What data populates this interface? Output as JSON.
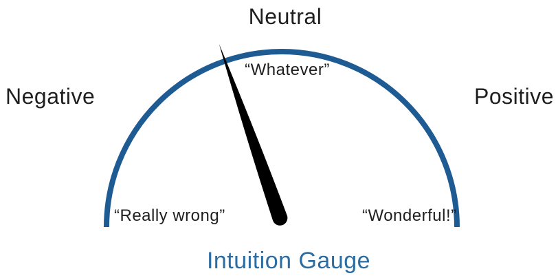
{
  "figure": {
    "title": "Intuition Gauge",
    "labels": {
      "top": "Neutral",
      "top_quote": "“Whatever”",
      "left": "Negative",
      "right": "Positive",
      "bottom_left_quote": "“Really wrong”",
      "bottom_right_quote": "“Wonderful!”"
    }
  },
  "colors": {
    "arc": "#1e5b93",
    "needle": "#000000",
    "title_text": "#2b6ca3",
    "label_text": "#1f1f1f",
    "background": "#ffffff"
  },
  "chart_data": {
    "type": "gauge",
    "title": "Intuition Gauge",
    "arc_range_degrees": [
      -90,
      90
    ],
    "needle_angle_degrees": -19.3,
    "scale_labels": [
      {
        "position": "left_end",
        "angle_degrees": -90,
        "label": "Negative",
        "quote": "“Really wrong”"
      },
      {
        "position": "top_center",
        "angle_degrees": 0,
        "label": "Neutral",
        "quote": "“Whatever”"
      },
      {
        "position": "right_end",
        "angle_degrees": 90,
        "label": "Positive",
        "quote": "“Wonderful!”"
      }
    ],
    "legend": "none",
    "grid": "off"
  }
}
